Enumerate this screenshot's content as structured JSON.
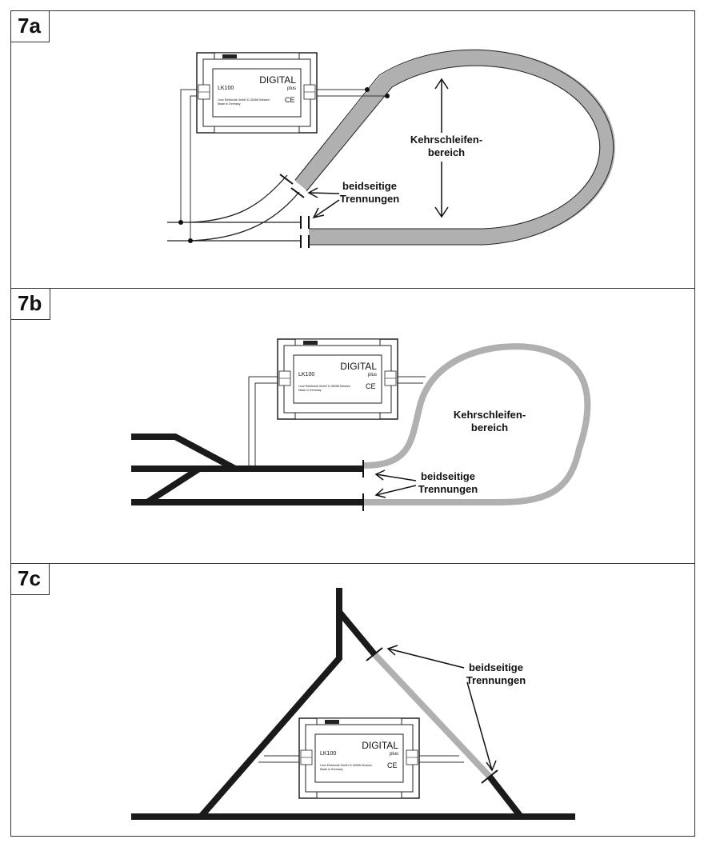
{
  "panels": [
    {
      "label": "7a",
      "region_label_line1": "Kehrschleifen-",
      "region_label_line2": "bereich",
      "gap_label_line1": "beidseitige",
      "gap_label_line2": "Trennungen"
    },
    {
      "label": "7b",
      "region_label_line1": "Kehrschleifen-",
      "region_label_line2": "bereich",
      "gap_label_line1": "beidseitige",
      "gap_label_line2": "Trennungen"
    },
    {
      "label": "7c",
      "gap_label_line1": "beidseitige",
      "gap_label_line2": "Trennungen"
    }
  ],
  "module": {
    "brand": "DIGITAL",
    "brand_sub": "plus",
    "model": "LK100",
    "maker_line1": "Lenz Elektronik GmbH D-35398 Giessen",
    "maker_line2": "Made in Germany",
    "mark": "CE"
  },
  "colors": {
    "track_dark": "#1a1a1a",
    "track_loop": "#b0b0b0",
    "wire": "#333333",
    "outline": "#222222"
  }
}
